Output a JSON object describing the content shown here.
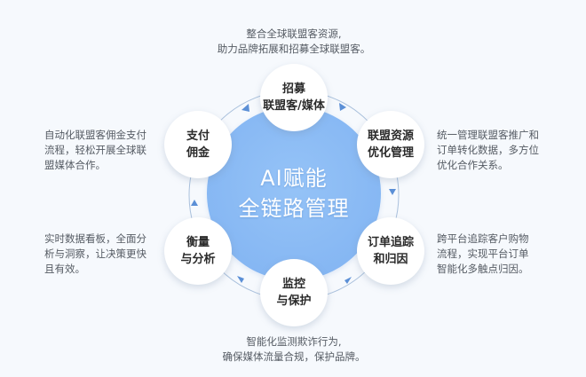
{
  "hub": {
    "line1": "AI赋能",
    "line2": "全链路管理",
    "color": "#8cbcf5"
  },
  "nodes": [
    {
      "id": "recruit",
      "line1": "招募",
      "line2": "联盟客/媒体"
    },
    {
      "id": "resource",
      "line1": "联盟资源",
      "line2": "优化管理"
    },
    {
      "id": "tracking",
      "line1": "订单追踪",
      "line2": "和归因"
    },
    {
      "id": "monitor",
      "line1": "监控",
      "line2": "与保护"
    },
    {
      "id": "measure",
      "line1": "衡量",
      "line2": "与分析"
    },
    {
      "id": "payment",
      "line1": "支付",
      "line2": "佣金"
    }
  ],
  "descriptions": {
    "recruit": [
      "整合全球联盟客资源,",
      "助力品牌拓展和招募全球联盟客。"
    ],
    "resource": [
      "统一管理联盟客推广和",
      "订单转化数据，多方位",
      "优化合作关系。"
    ],
    "tracking": [
      "跨平台追踪客户购物",
      "流程，实现平台订单",
      "智能化多触点归因。"
    ],
    "monitor": [
      "智能化监测欺诈行为,",
      "确保媒体流量合规，保护品牌。"
    ],
    "measure": [
      "实时数据看板，全面分",
      "析与洞察，让决策更快",
      "且有效。"
    ],
    "payment": [
      "自动化联盟客佣金支付",
      "流程，轻松开展全球联",
      "盟媒体合作。"
    ]
  },
  "colors": {
    "background": "#f6f9fd",
    "ring_line": "#9fb8d6",
    "arrow": "#5b8fd6",
    "text_dark": "#2a2a2a",
    "text_gray": "#555b63"
  }
}
